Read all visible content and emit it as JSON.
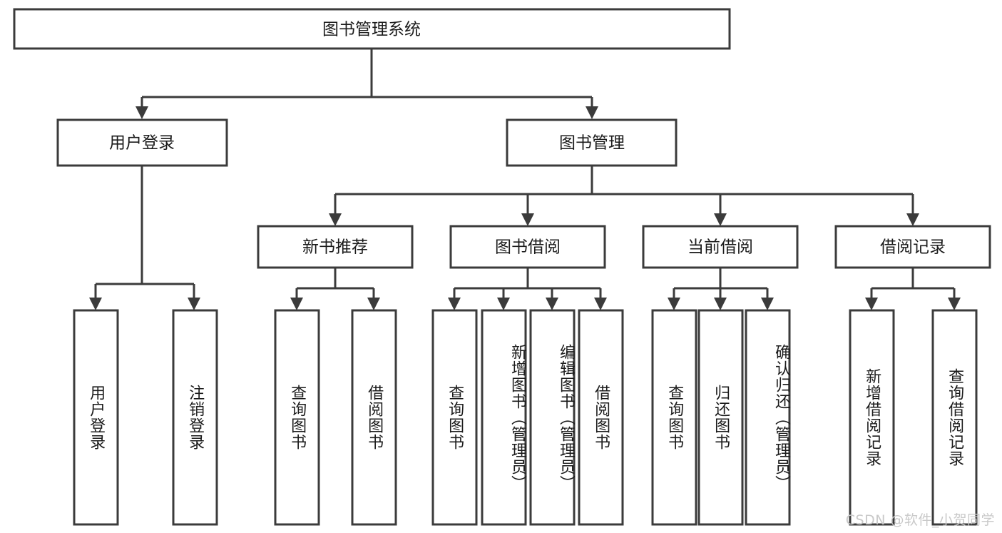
{
  "diagram": {
    "type": "hierarchy-tree",
    "title": "图书管理系统",
    "watermark": "CSDN @软件_小贺同学",
    "colors": {
      "stroke": "#3b3b3b",
      "fill": "#ffffff",
      "text": "#1b1b1b",
      "watermark": "#c9c9c9"
    },
    "root": {
      "label": "图书管理系统"
    },
    "level2": [
      {
        "label": "用户登录"
      },
      {
        "label": "图书管理"
      }
    ],
    "level3": [
      {
        "label": "新书推荐"
      },
      {
        "label": "图书借阅"
      },
      {
        "label": "当前借阅"
      },
      {
        "label": "借阅记录"
      }
    ],
    "leaves": {
      "user_login": [
        {
          "label": "用户登录"
        },
        {
          "label": "注销登录"
        }
      ],
      "new_book": [
        {
          "label": "查询图书"
        },
        {
          "label": "借阅图书"
        }
      ],
      "book_borrow": [
        {
          "label": "查询图书"
        },
        {
          "label": "新增图书（管理员）"
        },
        {
          "label": "编辑图书（管理员）"
        },
        {
          "label": "借阅图书"
        }
      ],
      "current_borrow": [
        {
          "label": "查询图书"
        },
        {
          "label": "归还图书"
        },
        {
          "label": "确认归还（管理员）"
        }
      ],
      "borrow_record": [
        {
          "label": "新增借阅记录"
        },
        {
          "label": "查询借阅记录"
        }
      ]
    }
  }
}
